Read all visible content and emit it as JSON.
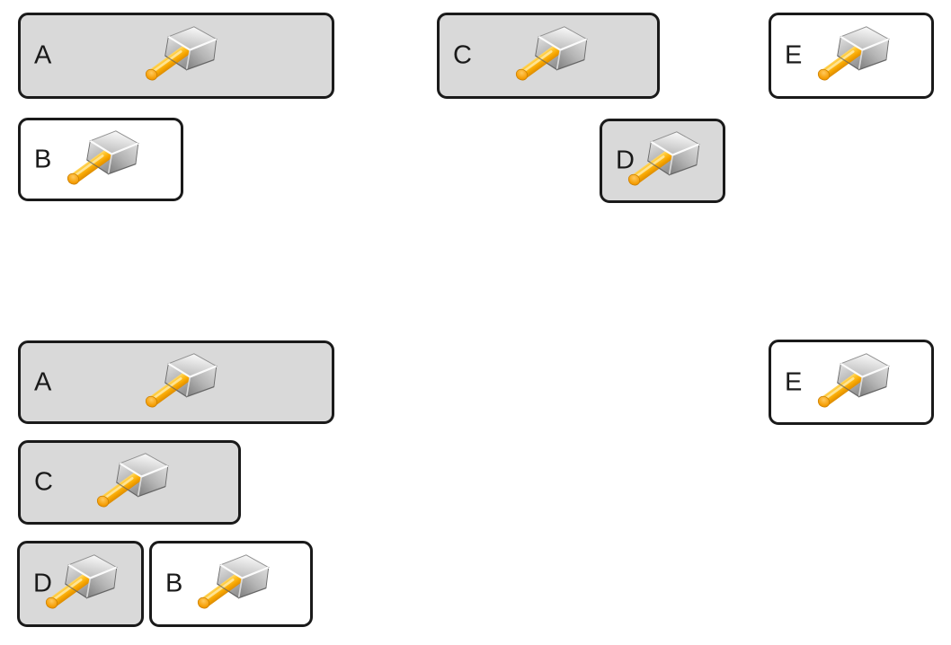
{
  "diagram": {
    "description": "Two arrangements of labeled boxes with hammer icons",
    "icon_name": "hammer-icon"
  },
  "colors": {
    "shaded_fill": "#d9d9d9",
    "plain_fill": "#ffffff",
    "border": "#1a1a1a",
    "label_text": "#1a1a1a",
    "handle_gold": "#ffc62e",
    "handle_shadow": "#d88700",
    "head_silver_light": "#f7f7f7",
    "head_silver_dark": "#808080"
  },
  "groups": {
    "top": {
      "boxes": [
        {
          "label": "A",
          "variant": "shaded"
        },
        {
          "label": "B",
          "variant": "plain"
        },
        {
          "label": "C",
          "variant": "shaded"
        },
        {
          "label": "D",
          "variant": "shaded"
        },
        {
          "label": "E",
          "variant": "plain"
        }
      ]
    },
    "bottom": {
      "boxes": [
        {
          "label": "A",
          "variant": "shaded"
        },
        {
          "label": "E",
          "variant": "plain"
        },
        {
          "label": "C",
          "variant": "shaded"
        },
        {
          "label": "D",
          "variant": "shaded"
        },
        {
          "label": "B",
          "variant": "plain"
        }
      ]
    }
  }
}
